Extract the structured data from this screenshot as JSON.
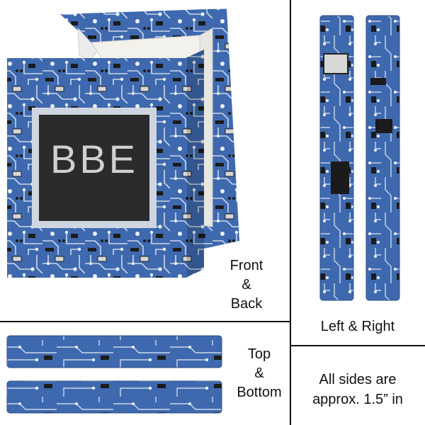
{
  "monogram": "BBE",
  "labels": {
    "front_back": [
      "Front",
      "&",
      "Back"
    ],
    "left_right": "Left & Right",
    "top_bottom": [
      "Top",
      "&",
      "Bottom"
    ],
    "sides_note": [
      "All sides are",
      "approx. 1.5” in"
    ]
  },
  "colors": {
    "board": "#3f69ae",
    "trace": "#c9d8ec",
    "chip": "#2b2b2b",
    "canvas_inner": "#f3f1ec",
    "divider": "#111111"
  },
  "icons": [
    "circuit-board-pattern"
  ]
}
